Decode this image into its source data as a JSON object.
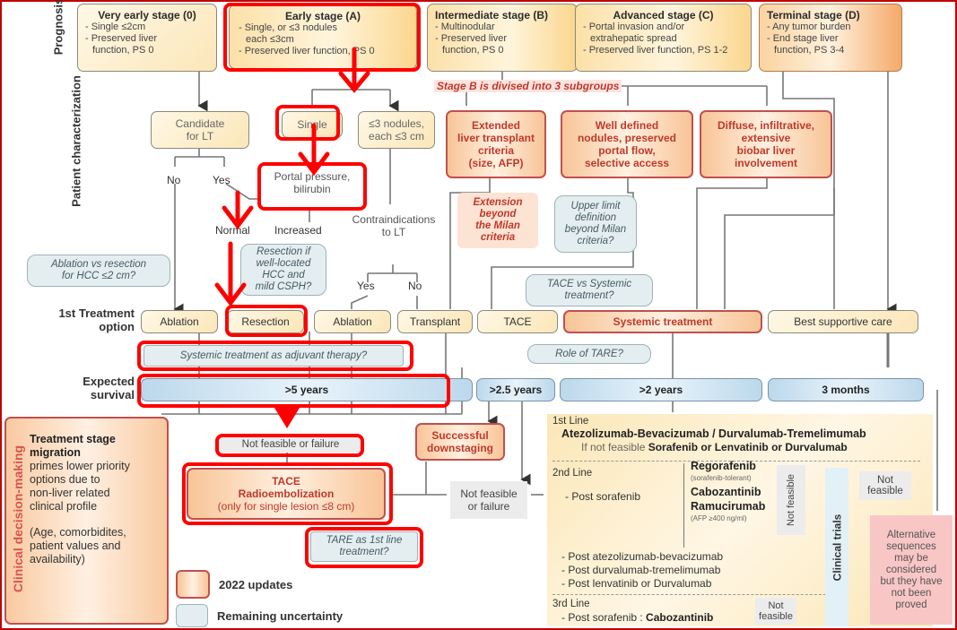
{
  "row_labels": {
    "prognosis": "Prognosis",
    "patient_characterization": "Patient characterization",
    "first_treatment": [
      "1st Treatment",
      "option"
    ],
    "expected_survival": [
      "Expected",
      "survival"
    ]
  },
  "stages": [
    {
      "title": "Very early stage (0)",
      "lines": [
        "- Single ≤2cm",
        "- Preserved liver",
        "  function, PS 0"
      ]
    },
    {
      "title": "Early stage (A)",
      "lines": [
        "- Single, or ≤3 nodules",
        "  each ≤3cm",
        "- Preserved liver function, PS 0"
      ]
    },
    {
      "title": "Intermediate stage (B)",
      "lines": [
        "- Multinodular",
        "- Preserved liver",
        "  function, PS 0"
      ]
    },
    {
      "title": "Advanced stage (C)",
      "lines": [
        "- Portal invasion and/or",
        "  extrahepatic spread",
        "- Preserved liver function, PS 1-2"
      ]
    },
    {
      "title": "Terminal stage (D)",
      "lines": [
        "- Any tumor burden",
        "- End stage liver",
        "  function, PS 3-4"
      ]
    }
  ],
  "stage_b_note": "Stage B is divised into 3 subgroups",
  "characterization": {
    "candidate_lt": [
      "Candidate",
      "for LT"
    ],
    "single": "Single",
    "nodules": [
      "≤3 nodules,",
      "each ≤3 cm"
    ],
    "no": "No",
    "yes": "Yes",
    "portal_pressure": [
      "Portal pressure,",
      "bilirubin"
    ],
    "normal": "Normal",
    "increased": "Increased",
    "contraindications": [
      "Contraindications",
      "to LT"
    ],
    "ci_yes": "Yes",
    "ci_no": "No",
    "extended_lt": [
      "Extended",
      "liver transplant",
      "criteria",
      "(size, AFP)"
    ],
    "well_defined": [
      "Well defined",
      "nodules, preserved",
      "portal flow,",
      "selective access"
    ],
    "diffuse": [
      "Diffuse, infiltrative,",
      "extensive",
      "biobar liver",
      "involvement"
    ],
    "extension_milan": [
      "Extension",
      "beyond",
      "the Milan",
      "criteria"
    ]
  },
  "uncertainties": {
    "ablation_vs_resection": [
      "Ablation vs resection",
      "for HCC ≤2 cm?"
    ],
    "resection_csph": [
      "Resection if",
      "well-located",
      "HCC and",
      "mild CSPH?"
    ],
    "upper_limit": [
      "Upper limit",
      "definition",
      "beyond Milan",
      "criteria?"
    ],
    "tace_vs_systemic": [
      "TACE vs Systemic",
      "treatment?"
    ],
    "adjuvant": "Systemic treatment as adjuvant therapy?",
    "role_tare": "Role of TARE?",
    "tare_first_line": [
      "TARE as 1st line",
      "treatment?"
    ]
  },
  "treatments": [
    "Ablation",
    "Resection",
    "Ablation",
    "Transplant",
    "TACE",
    "Systemic treatment",
    "Best supportive care"
  ],
  "survival": [
    ">5 years",
    ">2.5 years",
    ">2 years",
    "3 months"
  ],
  "lower": {
    "not_feasible_failure": "Not feasible or failure",
    "tace_radio": [
      "TACE",
      "Radioembolization",
      "(only for single lesion ≤8 cm)"
    ],
    "successful_downstaging": [
      "Successful",
      "downstaging"
    ],
    "not_feasible_failure_2": [
      "Not feasible",
      "or failure"
    ]
  },
  "clinical_box": {
    "vertical_label": "Clinical decision-making",
    "title": [
      "Treatment stage",
      "migration"
    ],
    "body": [
      "primes lower priority",
      "options due to",
      "non-liver related",
      "clinical profile"
    ],
    "note": [
      "(Age, comorbidites,",
      "patient values and",
      "availability)"
    ]
  },
  "legend": [
    {
      "label": "2022 updates",
      "color": "#f8c497"
    },
    {
      "label": "Remaining uncertainty",
      "color": "#e4eef0"
    }
  ],
  "systemic_lines": {
    "first_line_label": "1st Line",
    "first_line_main": "Atezolizumab-Bevacizumab / Durvalumab-Tremelimumab",
    "first_line_alt_prefix": "If not feasible ",
    "first_line_alt": "Sorafenib or Lenvatinib or Durvalumab",
    "second_line_label": "2nd Line",
    "post_sorafenib": "- Post sorafenib",
    "regorafenib": "Regorafenib",
    "regorafenib_note": "(sorafenib-tolerant)",
    "cabozantinib": "Cabozantinib",
    "ramucirumab": "Ramucirumab",
    "ramucirumab_note": "(AFP ≥400 ng/ml)",
    "post_atezo": "- Post atezolizumab-bevacizumab",
    "post_durva": "- Post durvalumab-tremelimumab",
    "post_lenva": "- Post lenvatinib or Durvalumab",
    "not_feasible_vertical": "Not feasible",
    "third_line_label": "3rd Line",
    "third_post_sorafenib": "- Post sorafenib : ",
    "third_cabozantinib": "Cabozantinib",
    "third_not_feasible": [
      "Not",
      "feasible"
    ],
    "clinical_trials": "Clinical trials",
    "not_feasible_right": [
      "Not",
      "feasible"
    ],
    "alternative": [
      "Alternative",
      "sequences",
      "may be",
      "considered",
      "but they have",
      "not been",
      "proved"
    ]
  },
  "highlight_color": "#ff0000"
}
